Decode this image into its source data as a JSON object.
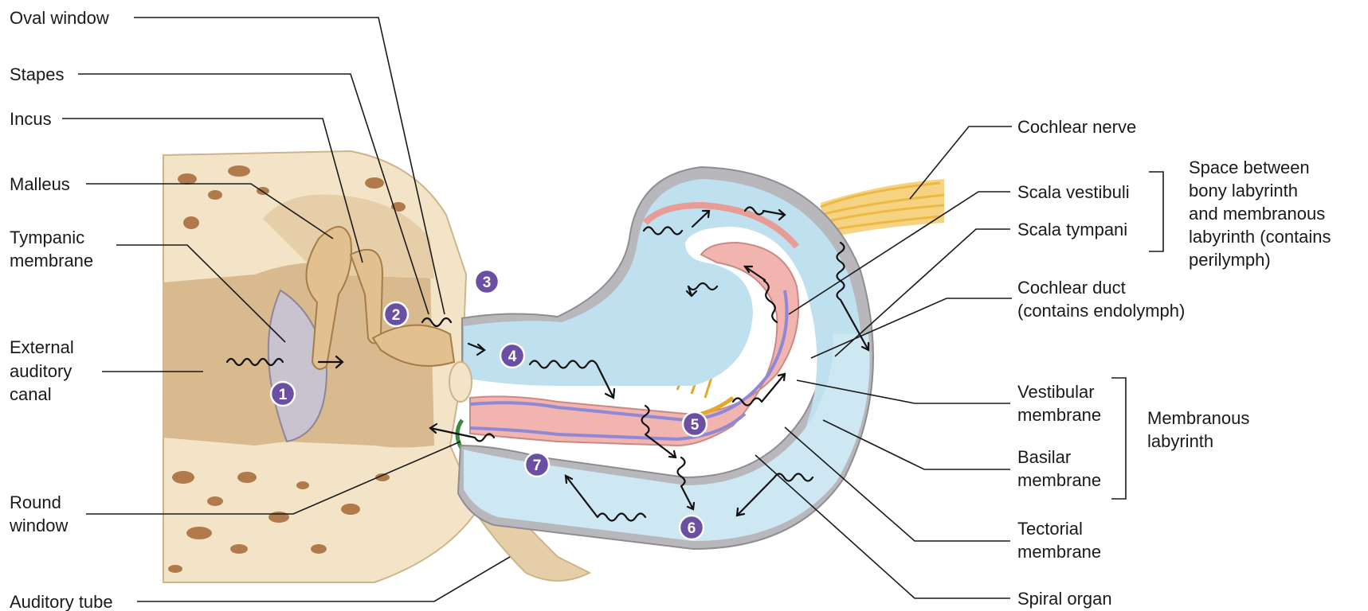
{
  "labels": {
    "oval_window": "Oval window",
    "stapes": "Stapes",
    "incus": "Incus",
    "malleus": "Malleus",
    "tympanic_membrane_1": "Tympanic",
    "tympanic_membrane_2": "membrane",
    "external_canal_1": "External",
    "external_canal_2": "auditory",
    "external_canal_3": "canal",
    "round_window_1": "Round",
    "round_window_2": "window",
    "auditory_tube": "Auditory tube",
    "cochlear_nerve": "Cochlear nerve",
    "scala_vestibuli": "Scala vestibuli",
    "scala_tympani": "Scala tympani",
    "space_between_1": "Space between",
    "space_between_2": "bony labyrinth",
    "space_between_3": "and membranous",
    "space_between_4": "labyrinth (contains",
    "space_between_5": "perilymph)",
    "cochlear_duct_1": "Cochlear duct",
    "cochlear_duct_2": "(contains endolymph)",
    "vestibular_membrane_1": "Vestibular",
    "vestibular_membrane_2": "membrane",
    "basilar_membrane_1": "Basilar",
    "basilar_membrane_2": "membrane",
    "membranous_labyrinth_1": "Membranous",
    "membranous_labyrinth_2": "labyrinth",
    "tectorial_membrane_1": "Tectorial",
    "tectorial_membrane_2": "membrane",
    "spiral_organ": "Spiral organ"
  },
  "steps": [
    "1",
    "2",
    "3",
    "4",
    "5",
    "6",
    "7"
  ],
  "colors": {
    "bone": "#f3e4c8",
    "bone_pore": "#b07a4a",
    "tissue": "#d9b98e",
    "ossicle": "#e2c08f",
    "perilymph": "#bfe0ef",
    "endolymph": "#9fcde6",
    "membrane_pink": "#f2b4ae",
    "membrane_violet": "#b9b4e6",
    "nerve": "#f2c14e",
    "step_circle": "#6a4fa3"
  }
}
